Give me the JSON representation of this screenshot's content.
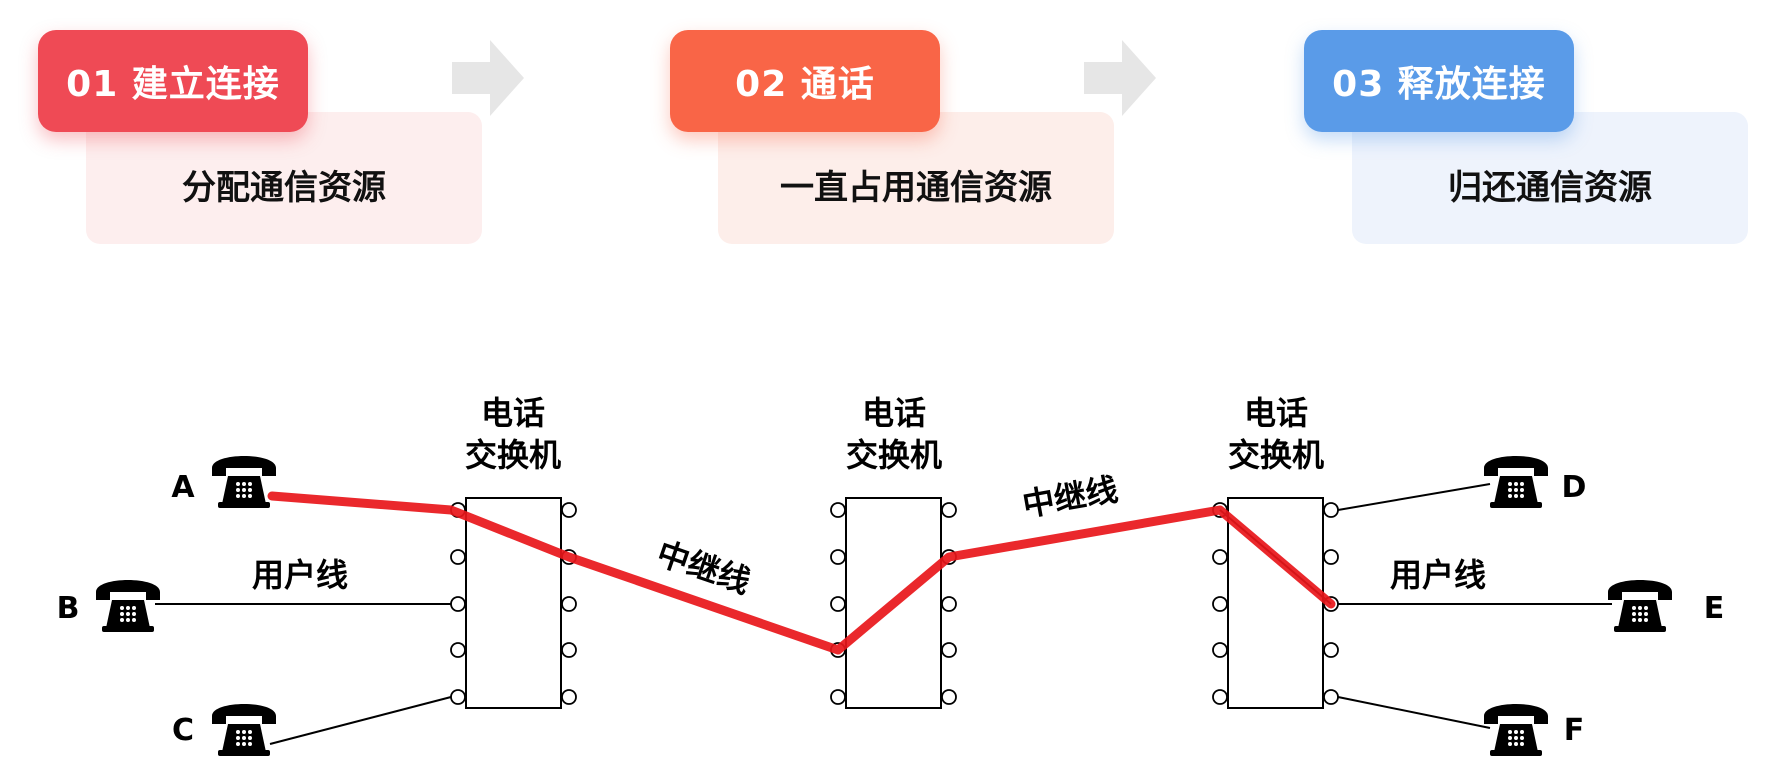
{
  "steps": [
    {
      "label": "01 建立连接",
      "desc": "分配通信资源",
      "color": "#ef4a55",
      "bg": "#fdeeee"
    },
    {
      "label": "02 通话",
      "desc": "一直占用通信资源",
      "color": "#f96547",
      "bg": "#fdeeea"
    },
    {
      "label": "03 释放连接",
      "desc": "归还通信资源",
      "color": "#5a9be8",
      "bg": "#eef3fc"
    }
  ],
  "diagram": {
    "switch_label_line1": "电话",
    "switch_label_line2": "交换机",
    "trunk_label": "中继线",
    "user_line_label": "用户线",
    "phones": [
      "A",
      "B",
      "C",
      "D",
      "E",
      "F"
    ],
    "path_color": "#e8161a"
  }
}
